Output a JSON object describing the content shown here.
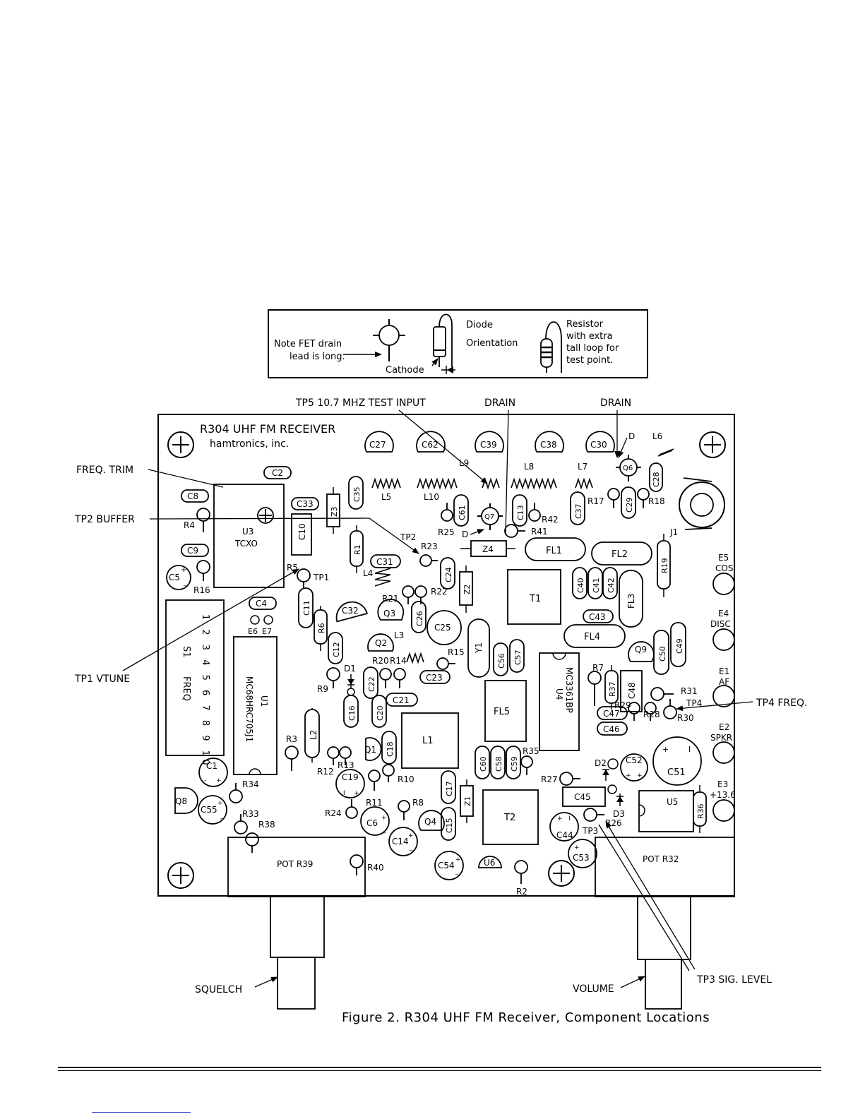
{
  "legend": {
    "fet_note_l1": "Note FET drain",
    "fet_note_l2": "lead is long.",
    "diode_l1": "Diode",
    "diode_l2": "Orientation",
    "cathode": "Cathode",
    "resistor_l1": "Resistor",
    "resistor_l2": "with extra",
    "resistor_l3": "tall loop for",
    "resistor_l4": "test point."
  },
  "board": {
    "title": "R304 UHF FM RECEIVER",
    "maker": "hamtronics, inc."
  },
  "callouts": {
    "tp5": "TP5 10.7 MHZ TEST INPUT",
    "drain1": "DRAIN",
    "drain2": "DRAIN",
    "freq_trim": "FREQ. TRIM",
    "tp2": "TP2 BUFFER",
    "tp1": "TP1 VTUNE",
    "tp4": "TP4 FREQ.",
    "tp3": "TP3 SIG. LEVEL",
    "squelch": "SQUELCH",
    "volume": "VOLUME"
  },
  "parts": {
    "C27": "C27",
    "C62": "C62",
    "C39": "C39",
    "C38": "C38",
    "C30": "C30",
    "D_q6": "D",
    "L6": "L6",
    "Q6": "Q6",
    "C28": "C28",
    "C2": "C2",
    "C8": "C8",
    "R4": "R4",
    "C9": "C9",
    "C5": "C5",
    "R16": "R16",
    "U3": "U3",
    "TCXO": "TCXO",
    "C33": "C33",
    "C10": "C10",
    "Z3": "Z3",
    "C35": "C35",
    "L5": "L5",
    "L10": "L10",
    "L9": "L9",
    "L8": "L8",
    "L7": "L7",
    "C61": "C61",
    "Q7": "Q7",
    "C13": "C13",
    "R42": "R42",
    "R25": "R25",
    "D_q7": "D",
    "R41": "R41",
    "Z4": "Z4",
    "C37": "C37",
    "R17": "R17",
    "C29": "C29",
    "R18": "R18",
    "J1": "J1",
    "FL1": "FL1",
    "FL2": "FL2",
    "R19": "R19",
    "E5": "E5",
    "COS": "COS",
    "R1": "R1",
    "C31": "C31",
    "TP2": "TP2",
    "R23": "R23",
    "C24": "C24",
    "Z2": "Z2",
    "L4": "L4",
    "R21": "R21",
    "R22": "R22",
    "R5": "R5",
    "TP1": "TP1",
    "C4": "C4",
    "E6": "E6",
    "E7": "E7",
    "C11": "C11",
    "C32": "C32",
    "Q3": "Q3",
    "C26": "C26",
    "C25": "C25",
    "R6": "R6",
    "T1": "T1",
    "C40": "C40",
    "C41": "C41",
    "C42": "C42",
    "FL3": "FL3",
    "C43": "C43",
    "E4": "E4",
    "DISC": "DISC",
    "FL4": "FL4",
    "Q9": "Q9",
    "C50": "C50",
    "C49": "C49",
    "S1_nums": "1 2 3 4 5 6 7 8 9 10",
    "S1": "S1",
    "FREQ": "FREQ",
    "U1": "U1",
    "U1_pn": "MC68HRC705J1",
    "C12": "C12",
    "Q2": "Q2",
    "L3": "L3",
    "R20": "R20",
    "R14": "R14",
    "R15": "R15",
    "Y1": "Y1",
    "C56": "C56",
    "C57": "C57",
    "C23": "C23",
    "U4": "U4",
    "U4_pn": "MC3361BP",
    "D1": "D1",
    "R9": "R9",
    "C22": "C22",
    "C21": "C21",
    "R7": "R7",
    "R37": "R37",
    "C48": "C48",
    "R31": "R31",
    "E1": "E1",
    "AF": "AF",
    "TP4": "TP4",
    "C16": "C16",
    "C20": "C20",
    "FL5": "FL5",
    "R29": "R29",
    "R28": "R28",
    "R30": "R30",
    "C47": "C47",
    "C46": "C46",
    "E2": "E2",
    "SPKR": "SPKR",
    "R3": "R3",
    "L2": "L2",
    "L1": "L1",
    "Q1": "Q1",
    "C18": "C18",
    "R12": "R12",
    "R13": "R13",
    "C60": "C60",
    "C58": "C58",
    "C59": "C59",
    "R35": "R35",
    "C52": "C52",
    "D2": "D2",
    "C51": "C51",
    "C1": "C1",
    "C19": "C19",
    "R10": "R10",
    "R27": "R27",
    "C45": "C45",
    "U5": "U5",
    "R36": "R36",
    "E3": "E3",
    "E3_v": "+13.6",
    "Q8": "Q8",
    "R34": "R34",
    "C55": "C55",
    "C17": "C17",
    "Z1": "Z1",
    "T2": "T2",
    "R11": "R11",
    "R8": "R8",
    "D3": "D3",
    "R33": "R33",
    "R24": "R24",
    "C6": "C6",
    "Q4": "Q4",
    "C15": "C15",
    "TP3": "TP3",
    "R26": "R26",
    "C44": "C44",
    "R38": "R38",
    "C14": "C14",
    "C53": "C53",
    "POT_R39": "POT R39",
    "POT_R32": "POT R32",
    "R40": "R40",
    "C54": "C54",
    "U6": "U6",
    "R2": "R2"
  },
  "caption": "Figure 2.  R304 UHF FM Receiver, Component Locations"
}
